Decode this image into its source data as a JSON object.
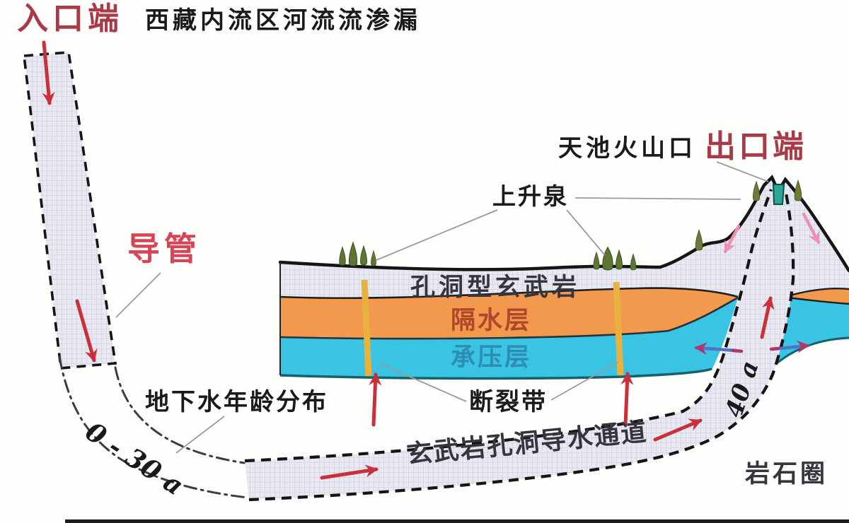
{
  "diagram": {
    "labels": {
      "inlet": "入口端",
      "source": "西藏内流区河流流渗漏",
      "crater": "天池火山口",
      "outlet": "出口端",
      "rising_spring": "上升泉",
      "conduit": "导管",
      "porous_basalt": "孔洞型玄武岩",
      "aquiclude": "隔水层",
      "confined_layer": "承压层",
      "fault_zone": "断裂带",
      "groundwater_age": "地下水年龄分布",
      "age_left": "0 - 30 a",
      "age_right": "40 a",
      "basalt_channel": "玄武岩孔洞导水通道",
      "lithosphere": "岩石圈"
    },
    "colors": {
      "endpoint_red": "#a93a47",
      "conduit_red": "#d64456",
      "aquiclude_orange": "#f2994e",
      "confined_cyan": "#3ac4e4",
      "crater_teal": "#2aa795",
      "fault_yellow": "#e9b23f",
      "arrow_red": "#c9303a",
      "arrow_pink": "#ef8fb8",
      "arrow_blue": "#4f74c8",
      "arrow_magenta": "#b23565",
      "basalt_text": "#35353d",
      "aquiclude_text": "#b0472c",
      "confined_text": "#2e8db2",
      "outline_black": "#151515"
    }
  }
}
